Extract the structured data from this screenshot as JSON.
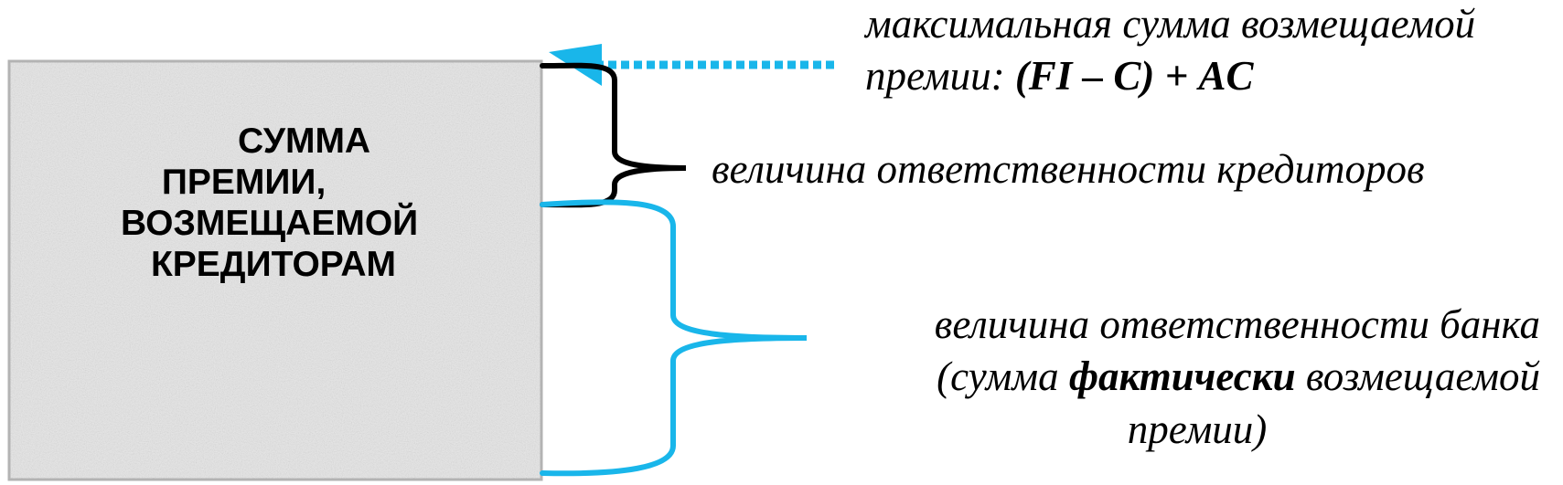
{
  "box": {
    "title_lines": [
      "СУММА",
      "ПРЕМИИ,",
      "ВОЗМЕЩАЕМОЙ",
      "КРЕДИТОРАМ"
    ]
  },
  "top_label": {
    "line1": "максимальная сумма возмещаемой",
    "line2_prefix": "премии: ",
    "formula": "(FI – C) + AC"
  },
  "creditors_label": "величина ответственности кредиторов",
  "bank_label": {
    "line1": "величина ответственности банка",
    "line2_prefix": "(сумма ",
    "line2_bold": "фактически",
    "line2_suffix": " возмещаемой",
    "line3": "премии)"
  },
  "colors": {
    "box_fill": "#e6e6e6",
    "box_border": "#b3b3b3",
    "creditors_brace": "#000000",
    "bank_brace": "#19b6ea",
    "arrow": "#19b6ea",
    "text": "#000000"
  }
}
